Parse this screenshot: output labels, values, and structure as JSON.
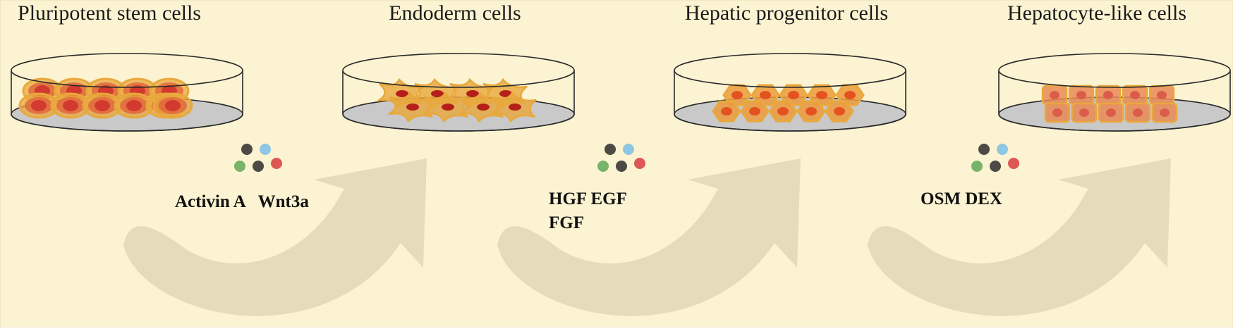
{
  "colors": {
    "background": "#fbf3d1",
    "arrow": "#e5dcbc",
    "dish_outline": "#2a2a2a",
    "dish_floor": "#c9c9c9",
    "factor_dark": "#4d4a45",
    "factor_blue": "#8ec6e4",
    "factor_green": "#79b36a",
    "factor_red": "#dd5854",
    "cell_orange": "#e9a83c",
    "cell_red": "#d23a2f",
    "cell_dark_red": "#b51f1a"
  },
  "stages": [
    {
      "title": "Pluripotent stem cells",
      "cell_type": "round-stem-cells"
    },
    {
      "title": "Endoderm cells",
      "cell_type": "stellate-endoderm-cells"
    },
    {
      "title": "Hepatic progenitor cells",
      "cell_type": "hexagonal-progenitor-cells"
    },
    {
      "title": "Hepatocyte-like cells",
      "cell_type": "square-hepatocyte-cells"
    }
  ],
  "transitions": [
    {
      "factors": [
        "Activin A",
        "Wnt3a"
      ],
      "factor_lines": [
        "Activin A   Wnt3a"
      ]
    },
    {
      "factors": [
        "HGF",
        "EGF",
        "FGF"
      ],
      "factor_lines": [
        "HGF EGF",
        "FGF"
      ]
    },
    {
      "factors": [
        "OSM",
        "DEX"
      ],
      "factor_lines": [
        "OSM DEX"
      ]
    }
  ]
}
